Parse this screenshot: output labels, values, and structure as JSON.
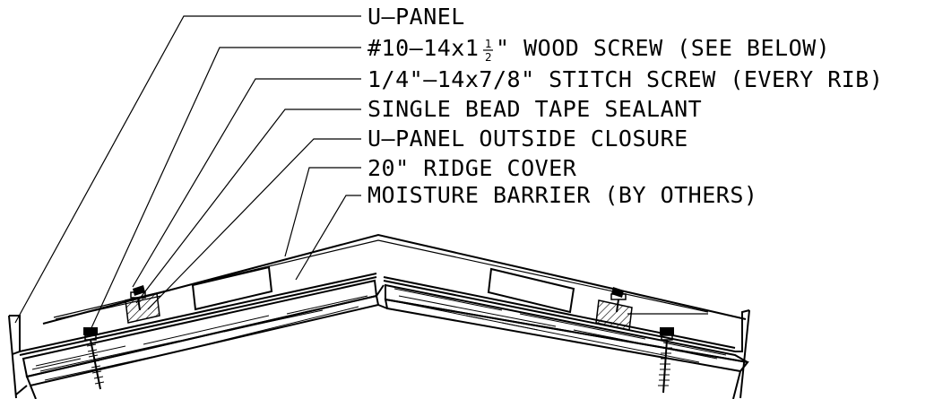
{
  "callouts": [
    {
      "id": "u-panel",
      "text": "U—PANEL"
    },
    {
      "id": "wood-screw",
      "text_before": "#10—14x1",
      "frac_num": "1",
      "frac_den": "2",
      "text_after": "\" WOOD SCREW (SEE BELOW)"
    },
    {
      "id": "stitch-screw",
      "text": "1/4\"—14x7/8\" STITCH SCREW (EVERY RIB)"
    },
    {
      "id": "tape-sealant",
      "text": "SINGLE BEAD TAPE SEALANT"
    },
    {
      "id": "outside-closure",
      "text": "U—PANEL OUTSIDE CLOSURE"
    },
    {
      "id": "ridge-cover",
      "text": "20\" RIDGE COVER"
    },
    {
      "id": "moisture-barrier",
      "text": "MOISTURE BARRIER (BY OTHERS)"
    }
  ]
}
